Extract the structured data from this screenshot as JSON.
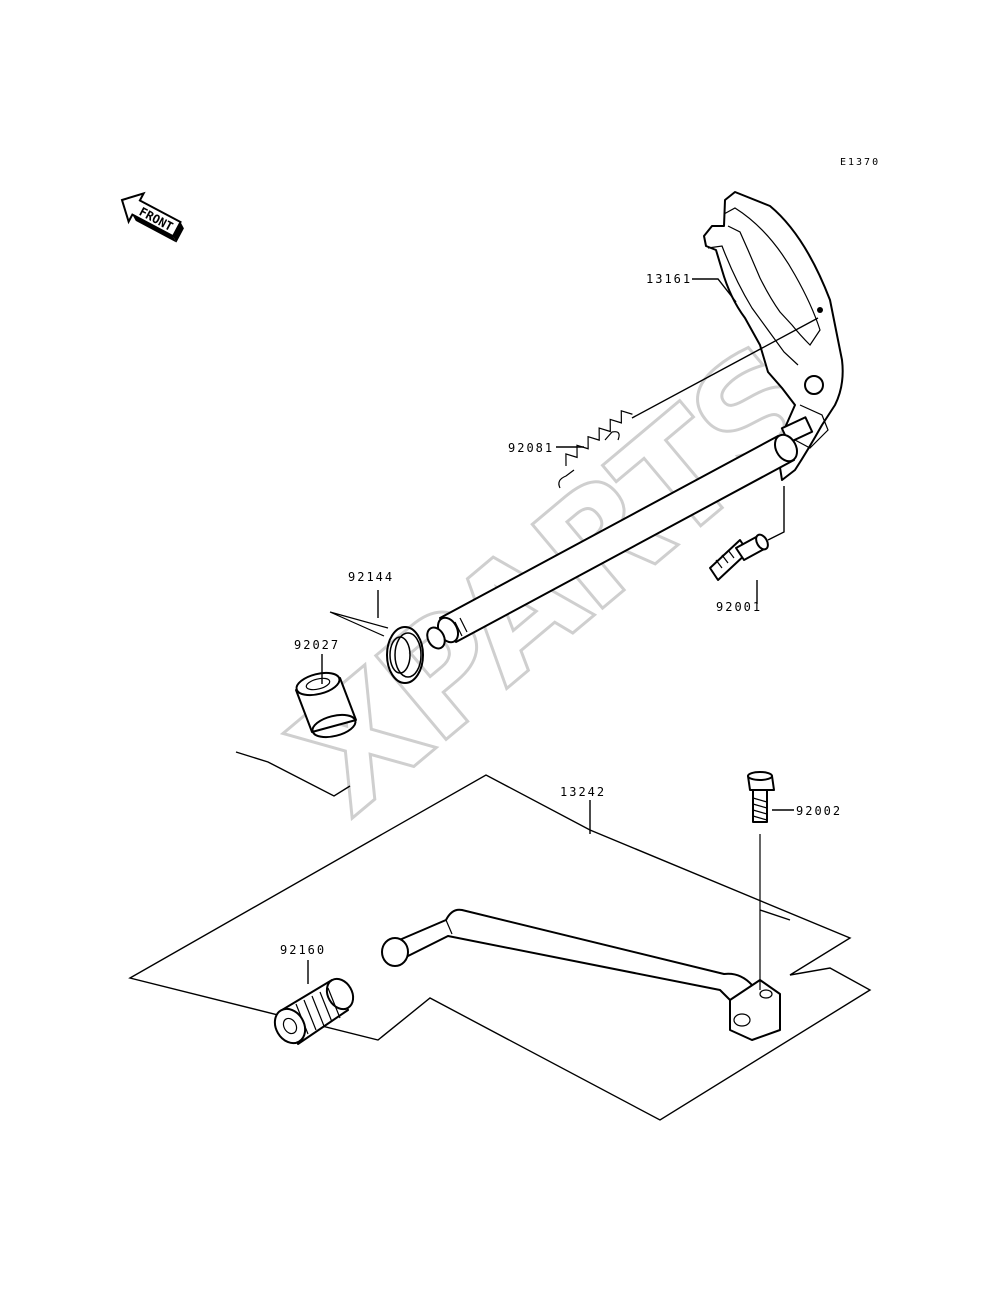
{
  "diagram_code": "E1370",
  "front_arrow": {
    "text": "FRONT",
    "icon": "front-arrow-icon"
  },
  "watermark": "XPARTS",
  "parts": [
    {
      "number": "13161"
    },
    {
      "number": "92081"
    },
    {
      "number": "92001"
    },
    {
      "number": "92144"
    },
    {
      "number": "92027"
    },
    {
      "number": "13242"
    },
    {
      "number": "92002"
    },
    {
      "number": "92160"
    }
  ]
}
